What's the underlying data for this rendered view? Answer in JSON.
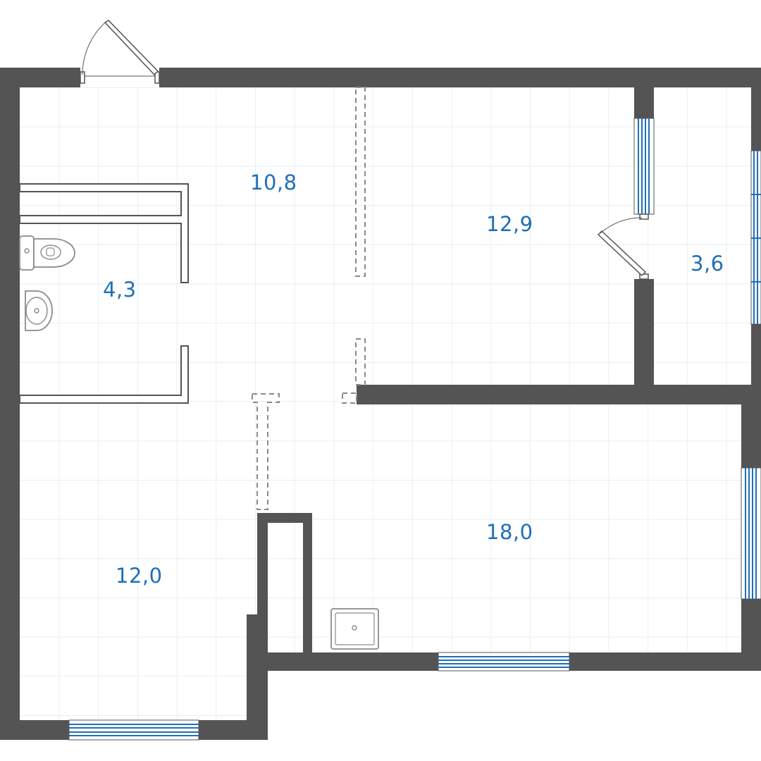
{
  "colors": {
    "wall": "#545454",
    "grid": "#dbe9f7",
    "window": "#1f6fb8",
    "label": "#1f6fb8",
    "fixture": "#8a8a8a"
  },
  "rooms": [
    {
      "id": "hall",
      "area": "10,8"
    },
    {
      "id": "room-top",
      "area": "12,9"
    },
    {
      "id": "balcony",
      "area": "3,6"
    },
    {
      "id": "bathroom",
      "area": "4,3"
    },
    {
      "id": "room-bottom-left",
      "area": "12,0"
    },
    {
      "id": "room-bottom-right",
      "area": "18,0"
    }
  ]
}
